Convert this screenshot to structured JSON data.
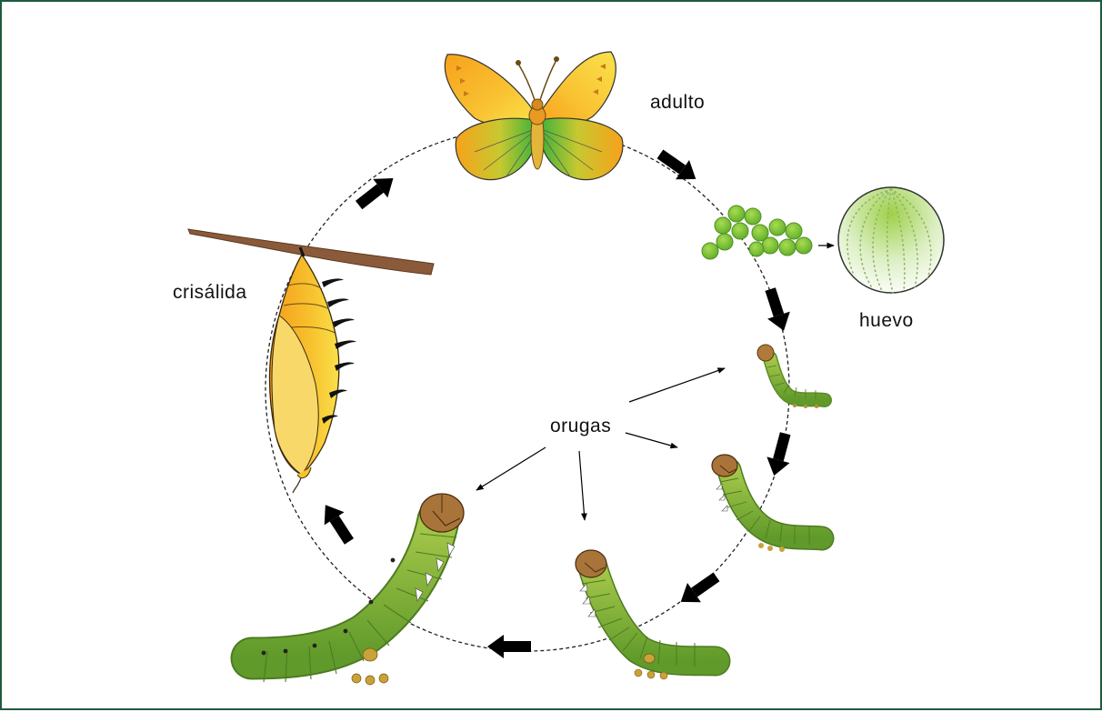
{
  "labels": {
    "adult": "adulto",
    "egg": "huevo",
    "caterpillars": "orugas",
    "chrysalis": "crisálida"
  },
  "colors": {
    "border": "#1f5a3f",
    "wing_orange": "#f7a21b",
    "wing_yellow": "#f9e24a",
    "wing_green": "#3cb23a",
    "egg_green": "#7ec83a",
    "caterpillar_green": "#8ab83a",
    "caterpillar_head": "#a9743a",
    "chrysalis_yellow": "#f6c32c",
    "twig_brown": "#8a5a3a",
    "arrow": "#000000"
  }
}
